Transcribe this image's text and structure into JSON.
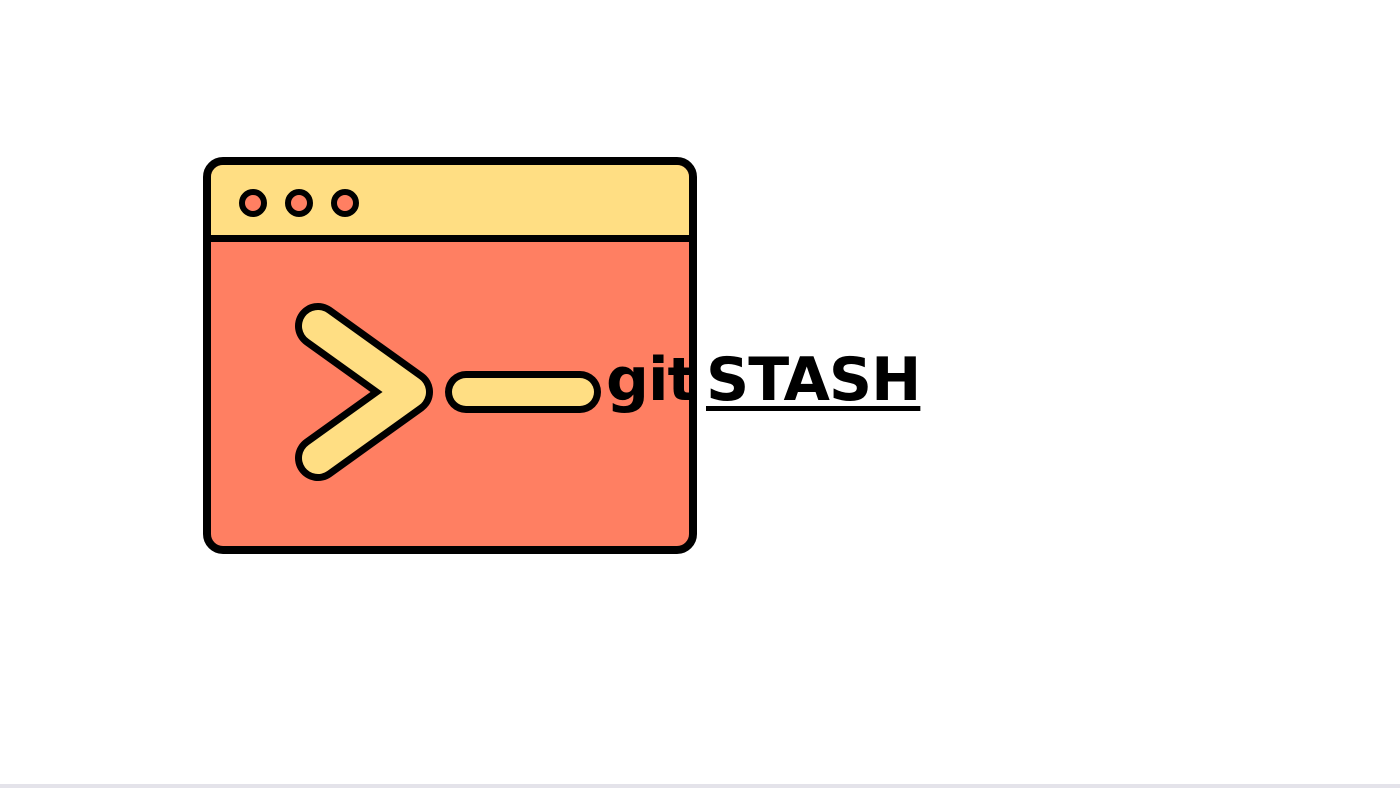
{
  "graphic": {
    "title_prefix": "git",
    "title_main": "STASH",
    "icon": "terminal-window-icon",
    "window_dots": [
      "dot-1",
      "dot-2",
      "dot-3"
    ],
    "colors": {
      "background": "#ffffff",
      "window_body": "#ff7f62",
      "titlebar": "#ffde83",
      "prompt_fill": "#ffde83",
      "outline": "#000000"
    }
  }
}
